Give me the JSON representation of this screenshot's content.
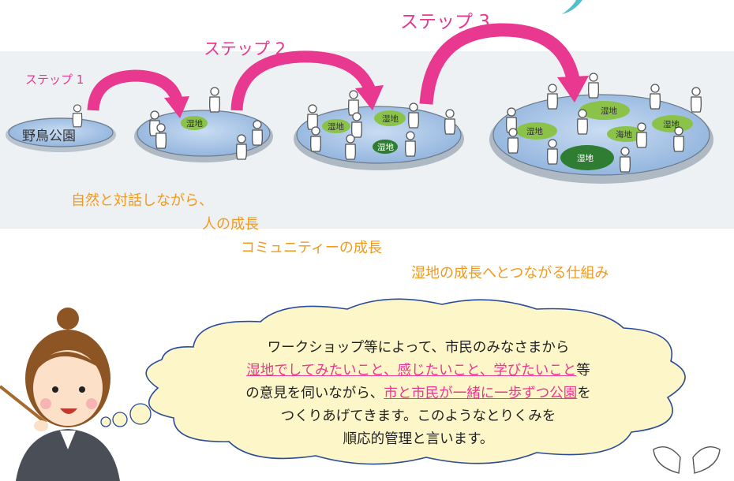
{
  "steps": [
    {
      "label": "ステップ 1"
    },
    {
      "label": "ステップ 2"
    },
    {
      "label": "ステップ 3"
    }
  ],
  "park_label": "野鳥公園",
  "pond_labels": {
    "p2": [
      "湿地"
    ],
    "p3": [
      "湿地",
      "湿地",
      "湿地"
    ],
    "p4": [
      "湿地",
      "湿地",
      "海地",
      "湿地",
      "湿地"
    ]
  },
  "descriptions": [
    "自然と対話しながら、",
    "人の成長",
    "コミュニティーの成長",
    "湿地の成長へとつながる仕組み"
  ],
  "bubble": {
    "line1": "ワークショップ等によって、市民のみなさまから",
    "line2_highlight": "湿地でしてみたいこと、感じたいこと、学びたいこと",
    "line2_rest": "等",
    "line3_pre": "の意見を伺いながら、",
    "line3_highlight": "市と市民が一緒に一歩ずつ公園",
    "line3_post": "を",
    "line4": "つくりあげてきます。このようなとりくみを",
    "line5": "順応的管理と言います。"
  },
  "colors": {
    "accent_pink": "#e8388f",
    "text_orange": "#f29a1e",
    "pond_blue": "#a9c6e8",
    "wetland_green": "#7cb342",
    "bubble_fill": "#fdf6c8",
    "bubble_stroke": "#2a4a9a"
  }
}
